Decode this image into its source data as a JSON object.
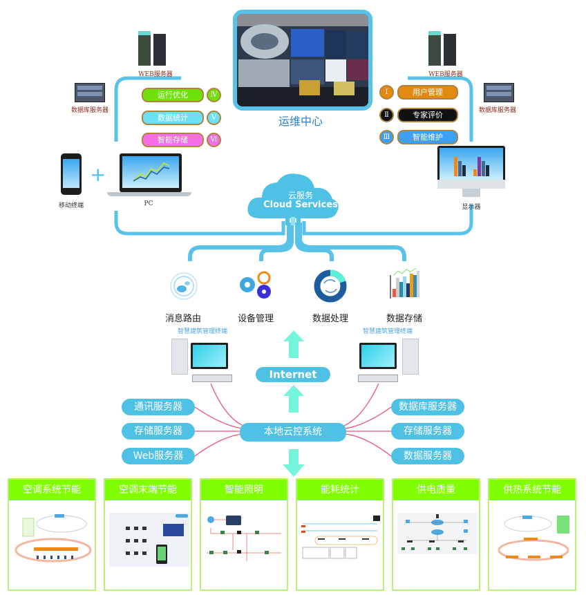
{
  "top": {
    "ops_center": {
      "label": "运维中心"
    },
    "left": {
      "web_server": "WEB服务器",
      "db_server": "数据库服务器",
      "mobile": "移动终端",
      "pc": "PC",
      "plus": "+",
      "functions": [
        {
          "label": "运行优化",
          "numeral": "Ⅳ",
          "color": "#6fe00a"
        },
        {
          "label": "数据统计",
          "numeral": "Ⅴ",
          "color": "#6ee0f3"
        },
        {
          "label": "智能存储",
          "numeral": "Ⅵ",
          "color": "#f46fe6"
        }
      ]
    },
    "right": {
      "web_server": "WEB服务器",
      "db_server": "数据库服务器",
      "display": "显示器",
      "functions": [
        {
          "label": "用户管理",
          "numeral": "Ⅰ",
          "color": "#e28a12"
        },
        {
          "label": "专家评价",
          "numeral": "Ⅱ",
          "color": "#111111"
        },
        {
          "label": "智能维护",
          "numeral": "Ⅲ",
          "color": "#3ea0f4"
        }
      ]
    },
    "cloud": {
      "cn": "云服务",
      "en": "Cloud Services"
    }
  },
  "services": [
    {
      "label": "消息路由",
      "icon": "message-routing-icon"
    },
    {
      "label": "设备管理",
      "icon": "gears-icon"
    },
    {
      "label": "数据处理",
      "icon": "data-processing-icon"
    },
    {
      "label": "数据存储",
      "icon": "bar-chart-icon"
    }
  ],
  "middle": {
    "terminal_left": "智慧建筑管理终端",
    "terminal_right": "智慧建筑管理终端",
    "internet": "Internet",
    "local_cloud": "本地云控系统",
    "left_servers": [
      "通讯服务器",
      "存储服务器",
      "Web服务器"
    ],
    "right_servers": [
      "数据库服务器",
      "存储服务器",
      "数据服务器"
    ]
  },
  "cards": [
    {
      "title": "空调系统节能"
    },
    {
      "title": "空调末端节能"
    },
    {
      "title": "智能照明"
    },
    {
      "title": "能耗统计"
    },
    {
      "title": "供电质量"
    },
    {
      "title": "供热系统节能"
    }
  ],
  "colors": {
    "line_blue": "#58c2e8",
    "pill_blue": "#4fc1e5",
    "arrow_cyan": "#74f5dc",
    "connector_pink": "#ee4f7a",
    "card_green": "#80ff00"
  }
}
